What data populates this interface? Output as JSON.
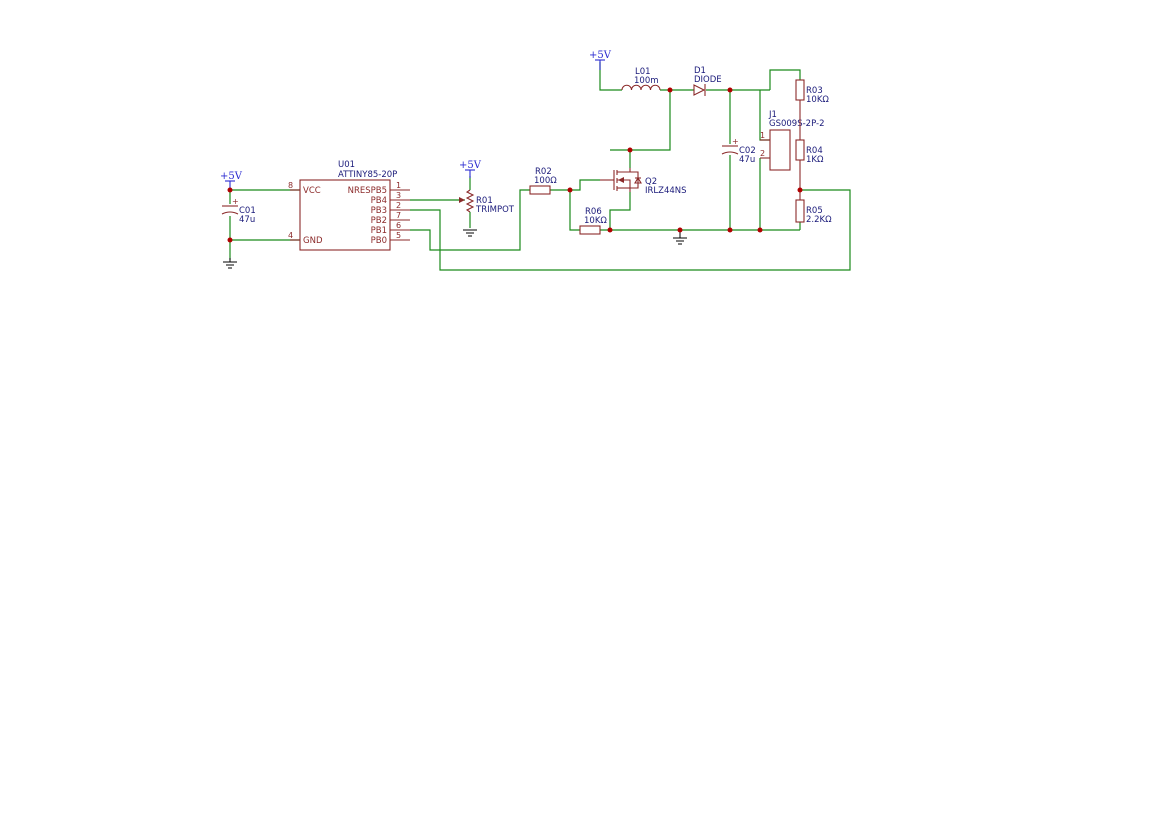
{
  "power_labels": [
    "+5V",
    "+5V",
    "+5V"
  ],
  "U01": {
    "ref": "U01",
    "value": "ATTINY85-20P",
    "pins": {
      "vcc": {
        "name": "VCC",
        "num": "8"
      },
      "gnd": {
        "name": "GND",
        "num": "4"
      },
      "nrespb5": {
        "name": "NRESPB5",
        "num": "1"
      },
      "pb4": {
        "name": "PB4",
        "num": "3"
      },
      "pb3": {
        "name": "PB3",
        "num": "2"
      },
      "pb2": {
        "name": "PB2",
        "num": "7"
      },
      "pb1": {
        "name": "PB1",
        "num": "6"
      },
      "pb0": {
        "name": "PB0",
        "num": "5"
      }
    }
  },
  "C01": {
    "ref": "C01",
    "value": "47u"
  },
  "R01": {
    "ref": "R01",
    "value": "TRIMPOT"
  },
  "R02": {
    "ref": "R02",
    "value": "100Ω"
  },
  "Q2": {
    "ref": "Q2",
    "value": "IRLZ44NS"
  },
  "R06": {
    "ref": "R06",
    "value": "10KΩ"
  },
  "L01": {
    "ref": "L01",
    "value": "100m"
  },
  "D1": {
    "ref": "D1",
    "value": "DIODE"
  },
  "C02": {
    "ref": "C02",
    "value": "47u"
  },
  "J1": {
    "ref": "J1",
    "value": "GS009S-2P-2",
    "pins": [
      "1",
      "2"
    ]
  },
  "R03": {
    "ref": "R03",
    "value": "10KΩ"
  },
  "R04": {
    "ref": "R04",
    "value": "1KΩ"
  },
  "R05": {
    "ref": "R05",
    "value": "2.2KΩ"
  }
}
